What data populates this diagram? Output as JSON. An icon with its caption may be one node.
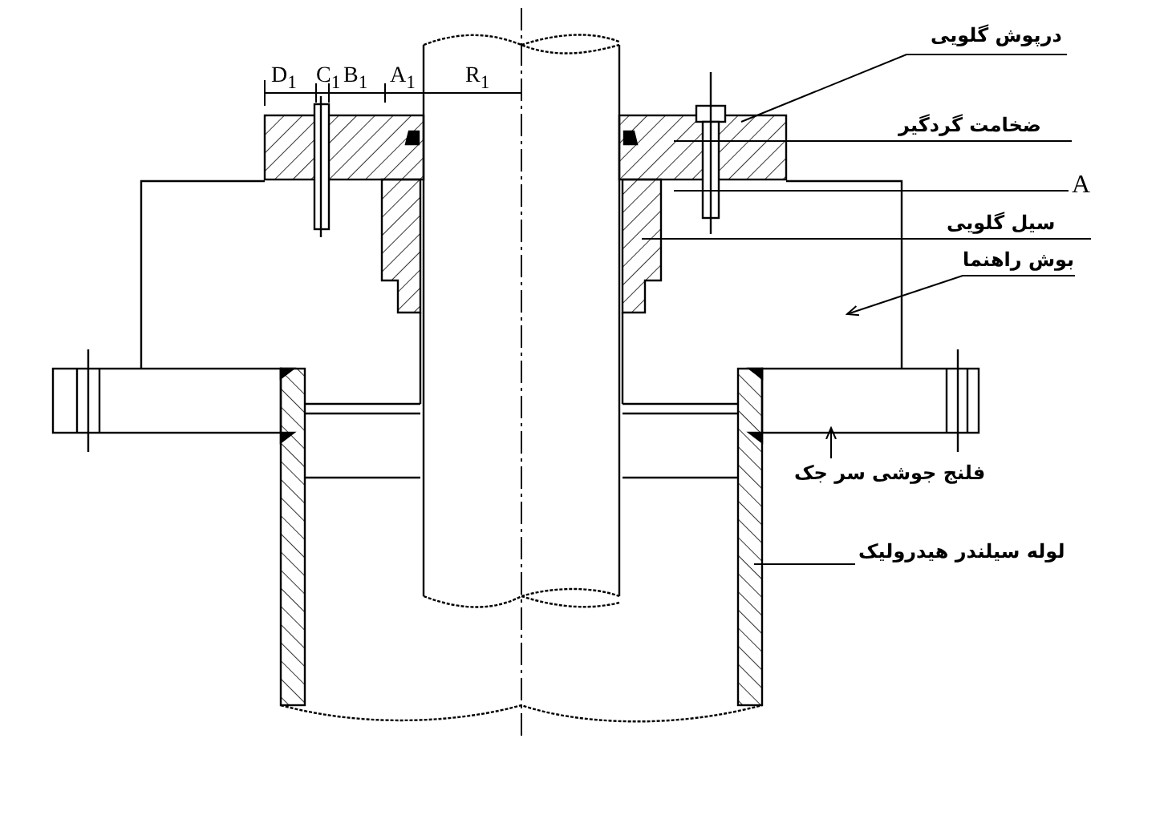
{
  "diagram": {
    "nodes": [
      {
        "text": [
          "درپوش گلویی"
        ]
      },
      {
        "text": [
          "ضخامت گردگیر"
        ]
      },
      {
        "text": [
          "A"
        ]
      },
      {
        "text": [
          "سیل گلویی"
        ]
      },
      {
        "text": [
          "بوش راهنما"
        ]
      },
      {
        "text": [
          "فلنج جوشی سر جک"
        ]
      },
      {
        "text": [
          "لوله سیلندر هیدرولیک"
        ]
      }
    ],
    "edges": [
      {
        "from": 0,
        "to": null,
        "arrow": "none"
      },
      {
        "from": 1,
        "to": null,
        "arrow": "none"
      },
      {
        "from": 2,
        "to": null,
        "arrow": "none"
      },
      {
        "from": 3,
        "to": null,
        "arrow": "none"
      },
      {
        "from": 4,
        "to": null,
        "arrow": "to"
      },
      {
        "from": 5,
        "to": null,
        "arrow": "to"
      },
      {
        "from": 6,
        "to": null,
        "arrow": "none"
      }
    ],
    "labels": [
      "D$_{1}$",
      "C$_{1}$",
      "B$_{1}$",
      "A$_{1}$",
      "R$_{1}$"
    ]
  }
}
